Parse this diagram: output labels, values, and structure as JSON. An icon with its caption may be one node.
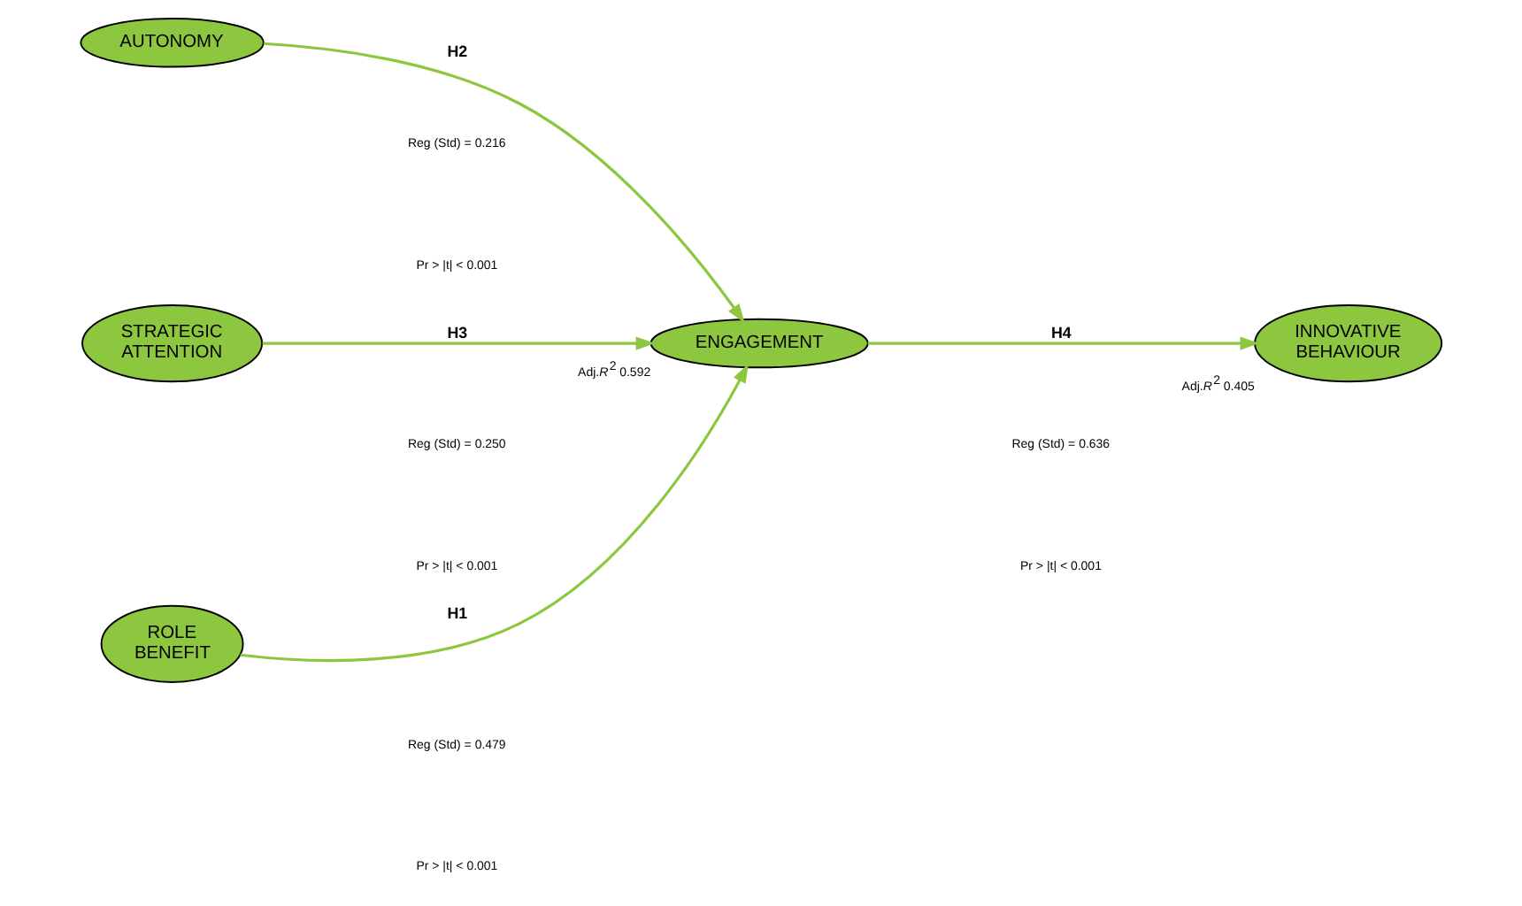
{
  "diagram": {
    "nodes": [
      {
        "text": [
          "AUTONOMY"
        ]
      },
      {
        "text": [
          "STRATEGIC ATTENTION"
        ]
      },
      {
        "text": [
          "ROLE BENEFIT"
        ]
      },
      {
        "text": [
          "ENGAGEMENT"
        ],
        "beside": [
          "Adj.*R*$^{2}$ 0.592"
        ]
      },
      {
        "text": [
          "INNOVATIVE BEHAVIOUR"
        ],
        "beside": [
          "Adj.*R*$^{2}$ 0.405"
        ]
      }
    ],
    "edges": [
      {
        "from": 0,
        "to": 3,
        "arrow": "to",
        "label": "H2"
      },
      {
        "from": 1,
        "to": 3,
        "arrow": "to",
        "label": "H3"
      },
      {
        "from": 2,
        "to": 3,
        "arrow": "to",
        "label": "H1"
      },
      {
        "from": 3,
        "to": 4,
        "arrow": "to",
        "label": "H4"
      }
    ],
    "labels": [
      "Reg (Std) = 0.216",
      "Pr > |t| < 0.001",
      "Reg (Std) = 0.250",
      "Pr > |t| < 0.001",
      "Reg (Std) = 0.479",
      "Pr > |t| < 0.001",
      "Reg (Std) = 0.636",
      "Pr > |t| < 0.001"
    ]
  }
}
